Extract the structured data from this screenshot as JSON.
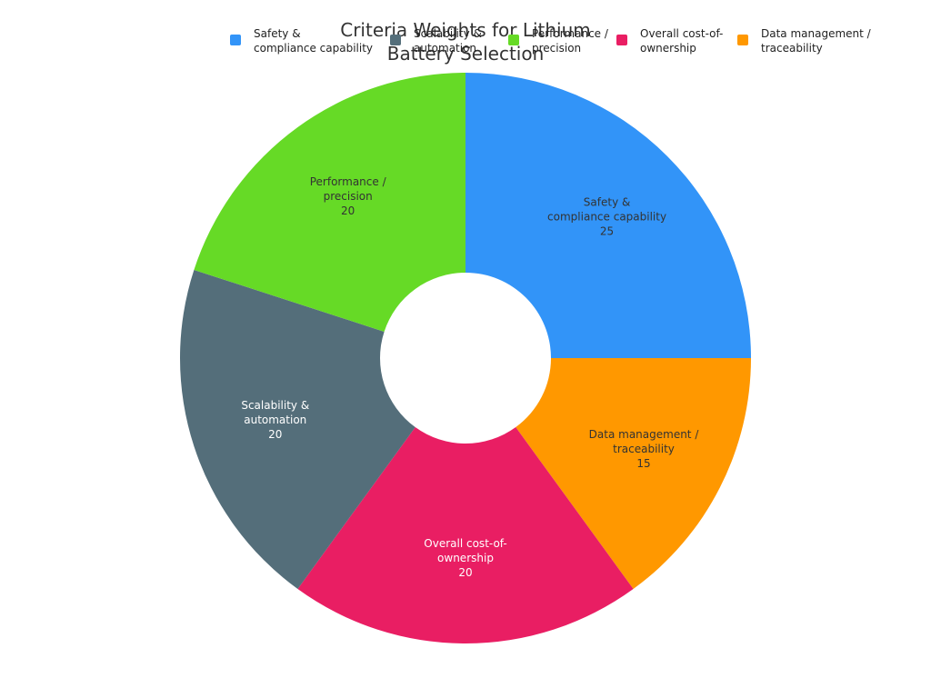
{
  "chart_data": {
    "type": "pie",
    "title": "Criteria Weights for Lithium Battery Selection",
    "title_lines": [
      "Criteria Weights for Lithium",
      "Battery Selection"
    ],
    "legend_position": "top",
    "hole": "donut",
    "slices": [
      {
        "name": "Safety & compliance capability",
        "label_lines": [
          "Safety &",
          "compliance capability"
        ],
        "value": 25,
        "color": "#3294F8",
        "text_color": "#333333"
      },
      {
        "name": "Data management / traceability",
        "label_lines": [
          "Data management /",
          "traceability"
        ],
        "value": 15,
        "color": "#FF9800",
        "text_color": "#333333"
      },
      {
        "name": "Overall cost-of-ownership",
        "label_lines": [
          "Overall cost-of-",
          "ownership"
        ],
        "value": 20,
        "color": "#E91E63",
        "text_color": "#ffffff"
      },
      {
        "name": "Scalability & automation",
        "label_lines": [
          "Scalability &",
          "automation"
        ],
        "value": 20,
        "color": "#546E7A",
        "text_color": "#ffffff"
      },
      {
        "name": "Performance / precision",
        "label_lines": [
          "Performance /",
          "precision"
        ],
        "value": 20,
        "color": "#66DA26",
        "text_color": "#333333"
      }
    ],
    "legend_order": [
      0,
      3,
      4,
      2,
      1
    ]
  }
}
